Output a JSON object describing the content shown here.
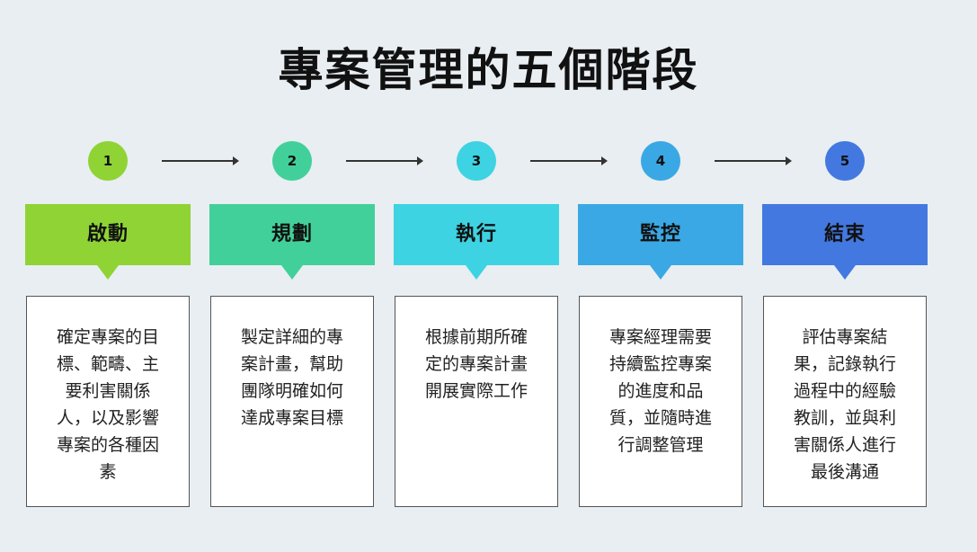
{
  "title": "專案管理的五個階段",
  "stages": [
    {
      "number": "1",
      "name": "啟動",
      "color": "#8fd335",
      "description": "確定專案的目標、範疇、主要利害關係人，以及影響專案的各種因素"
    },
    {
      "number": "2",
      "name": "規劃",
      "color": "#42d09a",
      "description": "製定詳細的專案計畫，幫助團隊明確如何達成專案目標"
    },
    {
      "number": "3",
      "name": "執行",
      "color": "#3dd3e3",
      "description": "根據前期所確定的專案計畫開展實際工作"
    },
    {
      "number": "4",
      "name": "監控",
      "color": "#3aa8e4",
      "description": "專案經理需要持續監控專案的進度和品質，並隨時進行調整管理"
    },
    {
      "number": "5",
      "name": "結束",
      "color": "#4378e0",
      "description": "評估專案結果，記錄執行過程中的經驗教訓，並與利害關係人進行最後溝通"
    }
  ]
}
